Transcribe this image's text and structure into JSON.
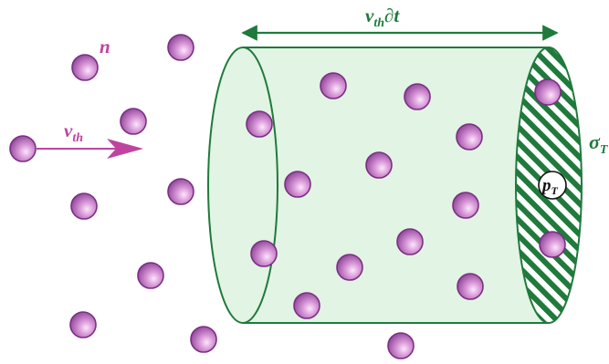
{
  "labels": {
    "density": "n",
    "thermal_velocity_main": "v",
    "thermal_velocity_sub": "th",
    "length_main": "v",
    "length_sub": "th",
    "length_tail": "∂t",
    "cross_section_main": "σ",
    "cross_section_sub": "T",
    "trap_main": "p",
    "trap_sub": "T"
  },
  "colors": {
    "cylinder_fill": "#e2f4e3",
    "cylinder_stroke": "#1f7a3c",
    "arrow_magenta": "#c0449f",
    "arrow_green": "#1f7a3c",
    "particle": "#c06fc2",
    "hatch": "#1f7a3c"
  },
  "icons": {
    "particle": "purple-sphere-icon",
    "trap": "white-circle-trap-icon"
  }
}
